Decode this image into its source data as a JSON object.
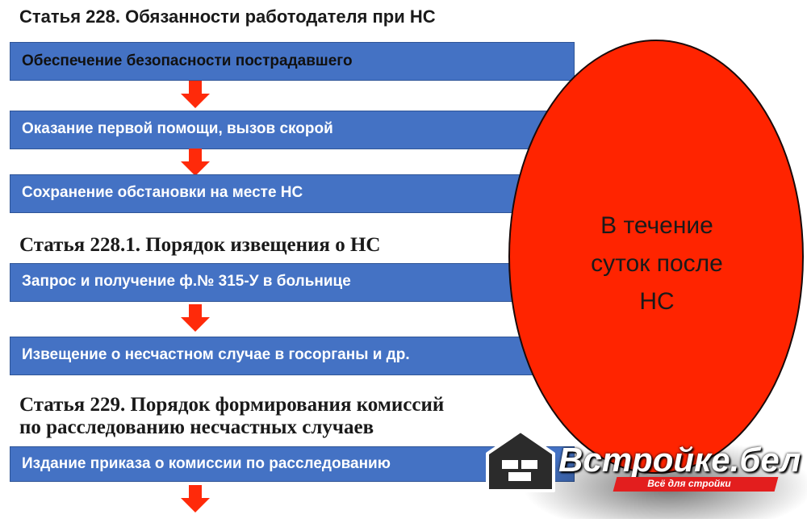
{
  "headings": {
    "article_228": "Статья 228. Обязанности работодателя при НС",
    "article_228_1": "Статья 228.1. Порядок извещения о НС",
    "article_229_line1": "Статья 229. Порядок формирования комиссий",
    "article_229_line2": "по расследованию несчастных случаев"
  },
  "steps": {
    "s1": "Обеспечение безопасности пострадавшего",
    "s2": "Оказание первой помощи, вызов скорой",
    "s3": "Сохранение обстановки на месте НС",
    "s4": "Запрос и получение ф.№ 315-У в больнице",
    "s5": "Извещение о несчастном случае в госорганы и др.",
    "s6": "Издание приказа о комиссии по расследованию"
  },
  "oval": {
    "line1": "В течение",
    "line2": "суток после",
    "line3": "НС"
  },
  "watermark": {
    "brand": "Встройке.бел",
    "tagline": "Всё для стройки"
  },
  "colors": {
    "bar": "#4472c4",
    "arrow": "#ff2a0a",
    "oval": "#ff2400",
    "logo_red": "#e31e1e"
  }
}
